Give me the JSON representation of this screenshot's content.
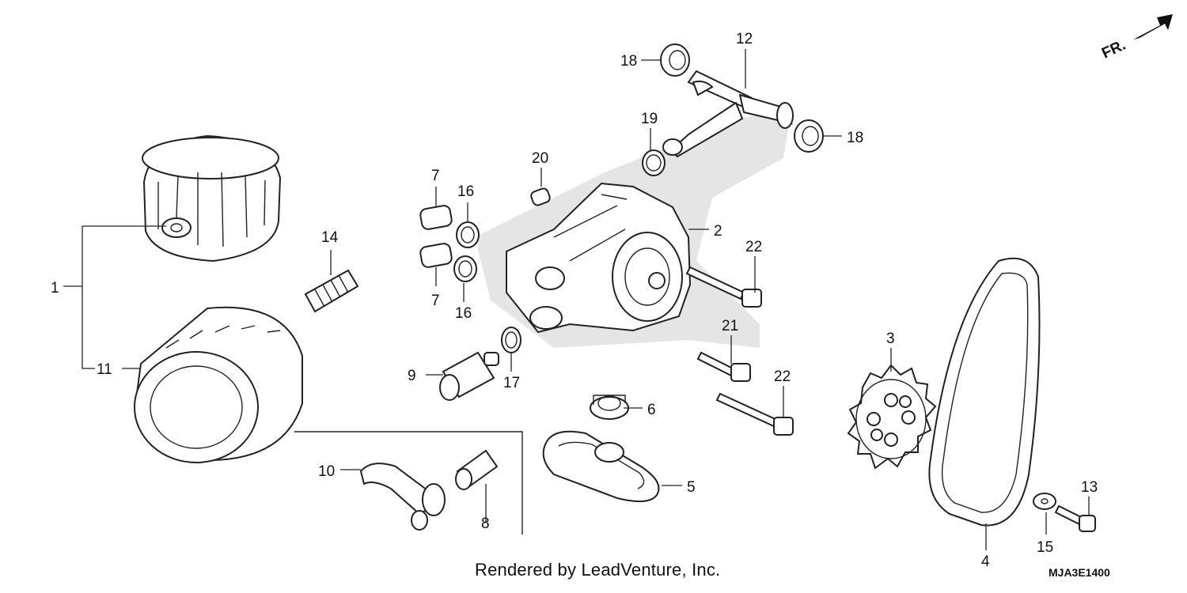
{
  "direction_label": "FR.",
  "credit": "Rendered by LeadVenture, Inc.",
  "diagram_code": "MJA3E1400",
  "callouts": [
    {
      "id": "c1",
      "text": "1"
    },
    {
      "id": "c2",
      "text": "2"
    },
    {
      "id": "c3",
      "text": "3"
    },
    {
      "id": "c4",
      "text": "4"
    },
    {
      "id": "c5",
      "text": "5"
    },
    {
      "id": "c6",
      "text": "6"
    },
    {
      "id": "c7a",
      "text": "7"
    },
    {
      "id": "c7b",
      "text": "7"
    },
    {
      "id": "c8",
      "text": "8"
    },
    {
      "id": "c9",
      "text": "9"
    },
    {
      "id": "c10",
      "text": "10"
    },
    {
      "id": "c11",
      "text": "11"
    },
    {
      "id": "c12",
      "text": "12"
    },
    {
      "id": "c13",
      "text": "13"
    },
    {
      "id": "c14",
      "text": "14"
    },
    {
      "id": "c15",
      "text": "15"
    },
    {
      "id": "c16a",
      "text": "16"
    },
    {
      "id": "c16b",
      "text": "16"
    },
    {
      "id": "c17",
      "text": "17"
    },
    {
      "id": "c18a",
      "text": "18"
    },
    {
      "id": "c18b",
      "text": "18"
    },
    {
      "id": "c19",
      "text": "19"
    },
    {
      "id": "c20",
      "text": "20"
    },
    {
      "id": "c21",
      "text": "21"
    },
    {
      "id": "c22a",
      "text": "22"
    },
    {
      "id": "c22b",
      "text": "22"
    }
  ]
}
